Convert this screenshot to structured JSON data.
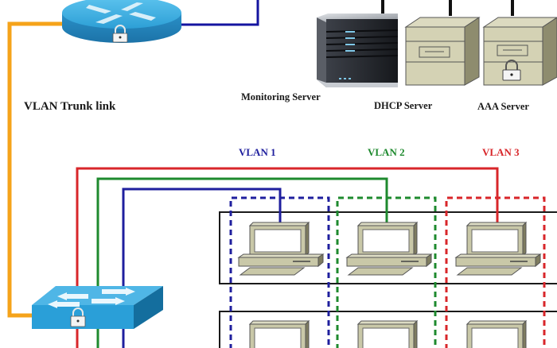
{
  "diagram": {
    "title": "VLAN network with trunk link",
    "labels": {
      "trunk": "VLAN Trunk link",
      "monitoring_server": "Monitoring Server",
      "dhcp_server": "DHCP Server",
      "aaa_server": "AAA Server"
    },
    "vlans": [
      {
        "name": "VLAN 1",
        "color": "#1f1f9e"
      },
      {
        "name": "VLAN 2",
        "color": "#1e8a2e"
      },
      {
        "name": "VLAN 3",
        "color": "#d8262a"
      }
    ],
    "colors": {
      "trunk": "#f5a31a",
      "router_uplink": "#1414a0",
      "device_blue": "#2a9fd8",
      "pc_body": "#c9c8a8",
      "server_beige": "#d4d2b4",
      "monitoring_server": "#25282e",
      "rack_line": "#1a1a1a"
    },
    "devices": {
      "router": {
        "type": "router",
        "secured": true
      },
      "switch": {
        "type": "switch",
        "secured": true
      },
      "servers": [
        {
          "name": "Monitoring Server",
          "type": "rack-server"
        },
        {
          "name": "DHCP Server",
          "type": "server"
        },
        {
          "name": "AAA Server",
          "type": "server",
          "secured": true
        }
      ],
      "pcs_per_vlan": 2
    }
  }
}
